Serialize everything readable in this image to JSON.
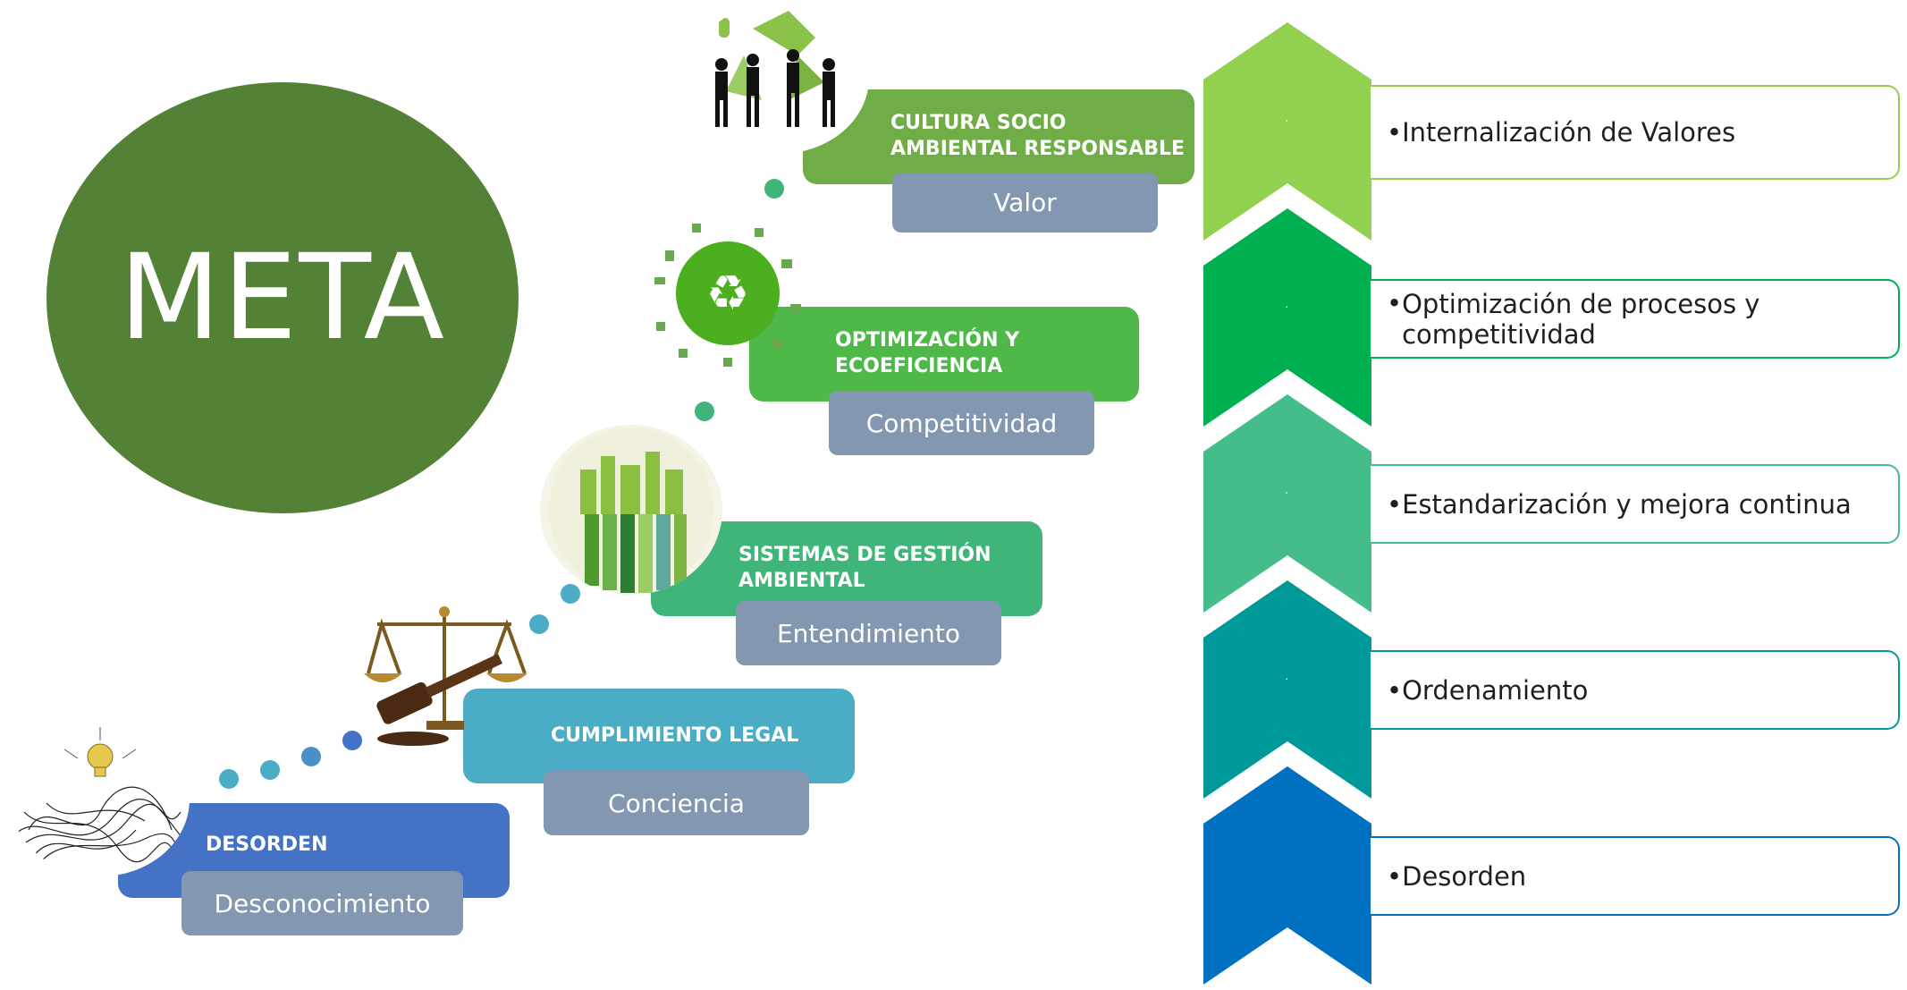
{
  "goal": {
    "label": "META",
    "color": "#538135"
  },
  "stairs": [
    {
      "title": "DESORDEN",
      "subtitle": "Desconocimiento",
      "color": "#4472c4",
      "icon": "tangled-wires-lightbulb-icon"
    },
    {
      "title": "CUMPLIMIENTO LEGAL",
      "subtitle": "Conciencia",
      "color": "#4bacc6",
      "icon": "scales-gavel-icon"
    },
    {
      "title": "SISTEMAS DE GESTIÓN AMBIENTAL",
      "subtitle": "Entendimiento",
      "color": "#3fb57a",
      "icon": "green-city-icon"
    },
    {
      "title": "OPTIMIZACIÓN Y ECOEFICIENCIA",
      "subtitle": "Competitividad",
      "color": "#4eb848",
      "icon": "recycle-globe-icon"
    },
    {
      "title": "CULTURA SOCIO AMBIENTAL RESPONSABLE",
      "subtitle": "Valor",
      "color": "#70ad47",
      "icon": "people-recycling-icon"
    }
  ],
  "levels": [
    {
      "text": "Internalización de Valores",
      "color": "#92d050"
    },
    {
      "text": "Optimización de procesos y competitividad",
      "color": "#00b050"
    },
    {
      "text": "Estandarización y mejora continua",
      "color": "#45bd8a"
    },
    {
      "text": "Ordenamiento",
      "color": "#009999"
    },
    {
      "text": "Desorden",
      "color": "#0070c0"
    }
  ],
  "subtitle_color": "#8497b0"
}
